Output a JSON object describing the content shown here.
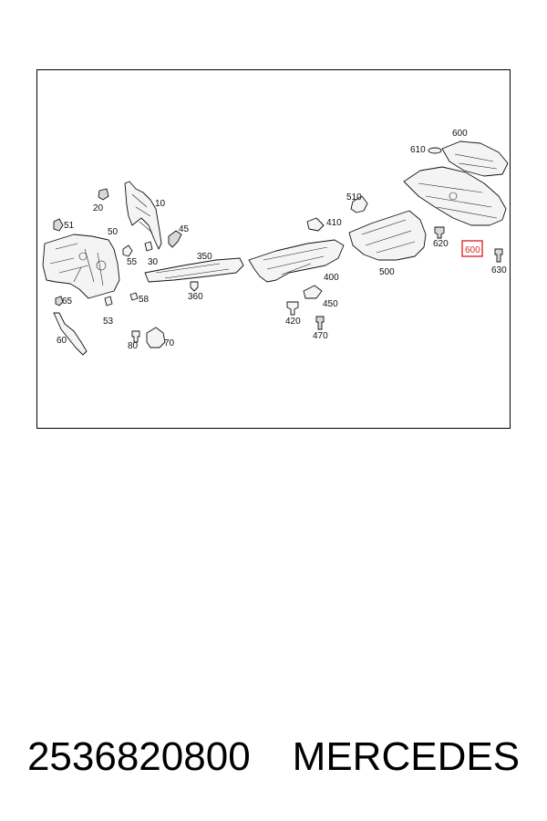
{
  "labels": {
    "l10": "10",
    "l20": "20",
    "l30": "30",
    "l45": "45",
    "l50": "50",
    "l51": "51",
    "l53": "53",
    "l55": "55",
    "l58": "58",
    "l60": "60",
    "l65": "65",
    "l70": "70",
    "l80": "80",
    "l350": "350",
    "l360": "360",
    "l400": "400",
    "l410": "410",
    "l420": "420",
    "l450": "450",
    "l470": "470",
    "l500": "500",
    "l510": "510",
    "l600_top": "600",
    "l600_hl": "600",
    "l610": "610",
    "l620": "620",
    "l630": "630"
  },
  "highlight_color": "#e0262b",
  "caption": {
    "part_number": "2536820800",
    "brand": "MERCEDES"
  }
}
